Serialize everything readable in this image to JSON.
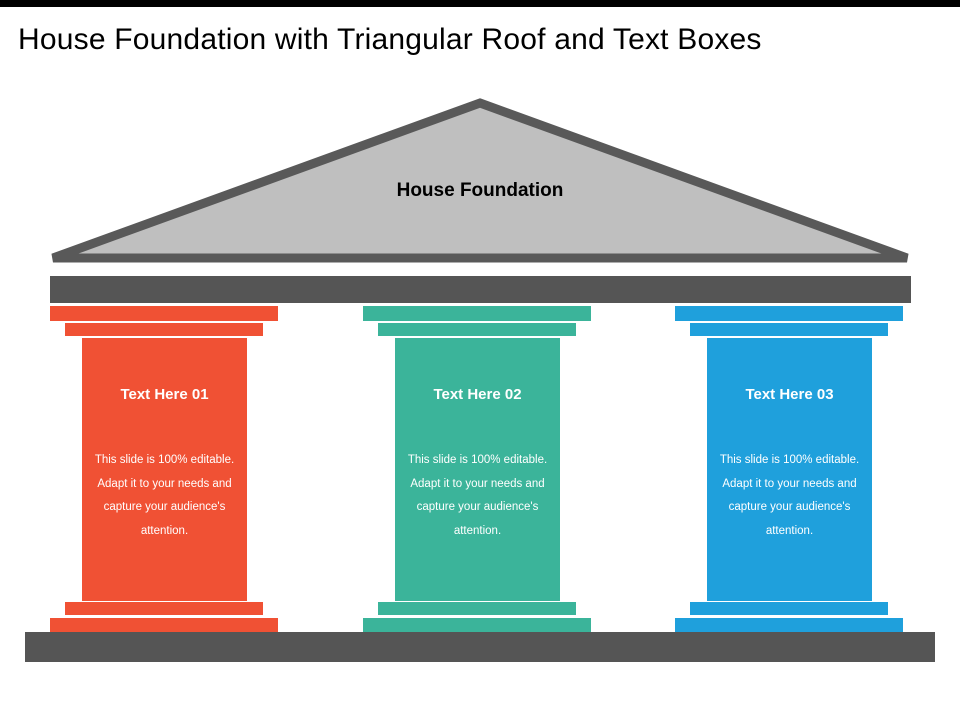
{
  "slide": {
    "title": "House Foundation with Triangular Roof and Text Boxes",
    "top_rule_color": "#000000",
    "background": "#ffffff"
  },
  "roof": {
    "label": "House Foundation",
    "fill_color": "#BFBFBF",
    "stroke_color": "#595959",
    "shape": "triangle"
  },
  "beams": {
    "architrave_color": "#555555",
    "floor_color": "#555555"
  },
  "columns": [
    {
      "id": "column-01",
      "heading": "Text Here 01",
      "body": "This slide is 100% editable. Adapt it to your needs and capture your audience's attention.",
      "color": "#F05134"
    },
    {
      "id": "column-02",
      "heading": "Text Here 02",
      "body": "This slide is 100% editable. Adapt it to your needs and capture your audience's attention.",
      "color": "#3BB49A"
    },
    {
      "id": "column-03",
      "heading": "Text Here 03",
      "body": "This slide is 100% editable. Adapt it to your needs and capture your audience's attention.",
      "color": "#1FA0DC"
    }
  ]
}
